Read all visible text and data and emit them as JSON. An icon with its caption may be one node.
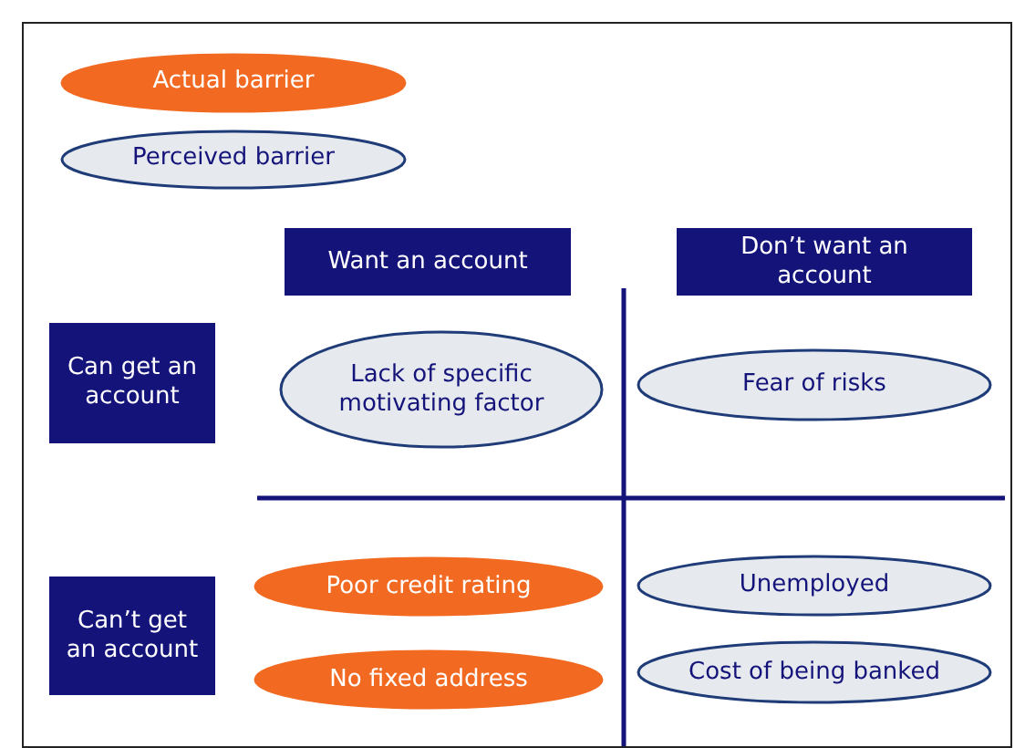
{
  "diagram": {
    "nodes": [
      {
        "text": [
          "Want an account"
        ]
      },
      {
        "text": [
          "Don’t want an account"
        ]
      },
      {
        "text": [
          "Can get an account"
        ]
      },
      {
        "text": [
          "Lack of specific motivating factor"
        ]
      },
      {
        "text": [
          "Fear of risks"
        ]
      },
      {
        "text": [
          "Can’t get an account"
        ]
      },
      {
        "text": [
          "Poor credit rating"
        ]
      },
      {
        "text": [
          "Unemployed"
        ]
      },
      {
        "text": [
          "No fixed address"
        ]
      },
      {
        "text": [
          "Cost of being banked"
        ]
      }
    ],
    "legend": [
      {
        "text": "Actual barrier",
        "color": "#f26a21"
      },
      {
        "text": "Perceived barrier",
        "color": "#e6eaee"
      }
    ]
  }
}
